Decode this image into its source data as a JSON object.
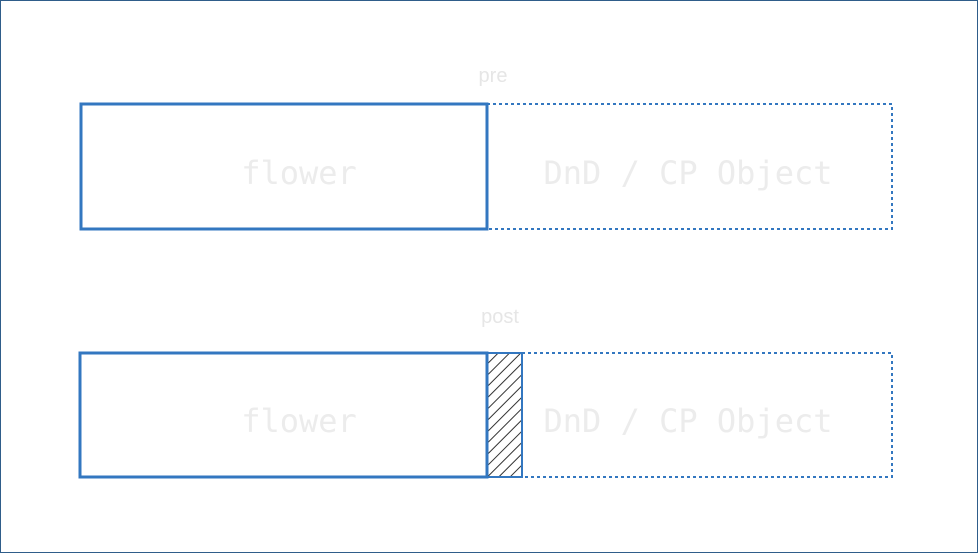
{
  "colors": {
    "accent": "#3377c0",
    "label_text": "#ececec",
    "caption_text": "#e6e6e6",
    "frame_border": "#2f5d8a",
    "hatch": "#333333"
  },
  "rows": [
    {
      "caption": "pre",
      "solid_label": "flower",
      "dashed_label": "DnD / CP Object",
      "has_hatched_segment": false
    },
    {
      "caption": "post",
      "solid_label": "flower",
      "dashed_label": "DnD / CP Object",
      "has_hatched_segment": true
    }
  ]
}
